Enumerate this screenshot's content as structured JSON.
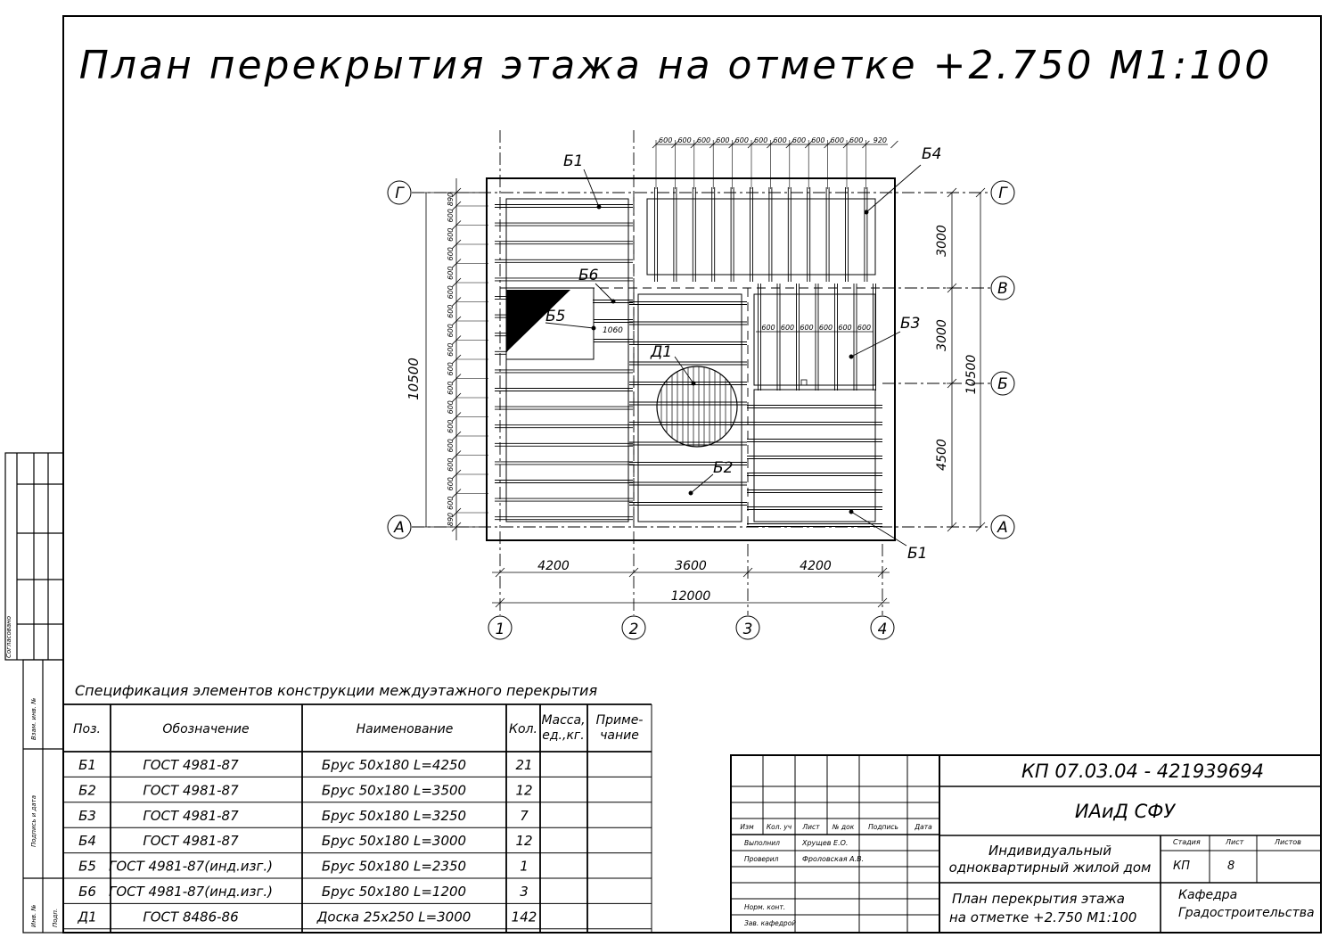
{
  "title": "План перекрытия этажа на отметке +2.750 М1:100",
  "axes": {
    "rows": [
      "Г",
      "В",
      "Б",
      "А"
    ],
    "cols": [
      "1",
      "2",
      "3",
      "4"
    ]
  },
  "dims": {
    "bottom_spans": [
      "4200",
      "3600",
      "4200"
    ],
    "bottom_total": "12000",
    "left_total": "10500",
    "right_total": "10500",
    "right_spans": [
      "3000",
      "3000",
      "4500"
    ],
    "left_edge_top": "890",
    "left_edge_bottom": "890",
    "left_step": "600",
    "top_step": "600",
    "top_last": "920",
    "b3_step": "600",
    "b5_len": "1060"
  },
  "labels": {
    "b1_top": "Б1",
    "b4": "Б4",
    "b6": "Б6",
    "b5": "Б5",
    "b3": "Б3",
    "d1": "Д1",
    "b2": "Б2",
    "b1_bottom": "Б1"
  },
  "side_stamp": {
    "agreed": "Согласовано",
    "inv_replace": "Взам. инв. №",
    "sign_date": "Подпись и дата",
    "inv_orig": "Инв. №",
    "sign": "Подп."
  },
  "spec": {
    "title": "Спецификация элементов конструкции междуэтажного перекрытия",
    "headers": [
      "Поз.",
      "Обозначение",
      "Наименование",
      "Кол.",
      "Масса, ед.,кг.",
      "Приме- чание"
    ],
    "rows": [
      [
        "Б1",
        "ГОСТ 4981-87",
        "Брус 50х180 L=4250",
        "21",
        "",
        ""
      ],
      [
        "Б2",
        "ГОСТ 4981-87",
        "Брус 50х180 L=3500",
        "12",
        "",
        ""
      ],
      [
        "Б3",
        "ГОСТ 4981-87",
        "Брус 50х180 L=3250",
        "7",
        "",
        ""
      ],
      [
        "Б4",
        "ГОСТ 4981-87",
        "Брус 50х180 L=3000",
        "12",
        "",
        ""
      ],
      [
        "Б5",
        "ГОСТ 4981-87(инд.изг.)",
        "Брус 50х180 L=2350",
        "1",
        "",
        ""
      ],
      [
        "Б6",
        "ГОСТ 4981-87(инд.изг.)",
        "Брус 50х180 L=1200",
        "3",
        "",
        ""
      ],
      [
        "Д1",
        "ГОСТ 8486-86",
        "Доска 25х250 L=3000",
        "142",
        "",
        ""
      ]
    ]
  },
  "stamp": {
    "code": "КП 07.03.04 - 421939694",
    "org": "ИАиД СФУ",
    "object_line1": "Индивидуальный",
    "object_line2": "одноквартирный жилой дом",
    "sheet_line1": "План перекрытия этажа",
    "sheet_line2": "на отметке +2.750 М1:100",
    "dept_line1": "Кафедра",
    "dept_line2": "Градостроительства",
    "col_headers": [
      "Изм",
      "Кол. уч",
      "Лист",
      "№ док",
      "Подпись",
      "Дата"
    ],
    "roles": [
      "Выполнил",
      "Проверил",
      "",
      "",
      "Норм. конт.",
      "Зав. кафедрой"
    ],
    "names": [
      "Хрущев Е.О.",
      "Фроловская А.В."
    ],
    "stage_header": "Стадия",
    "sheet_header": "Лист",
    "sheets_header": "Листов",
    "stage": "КП",
    "sheet": "8"
  }
}
